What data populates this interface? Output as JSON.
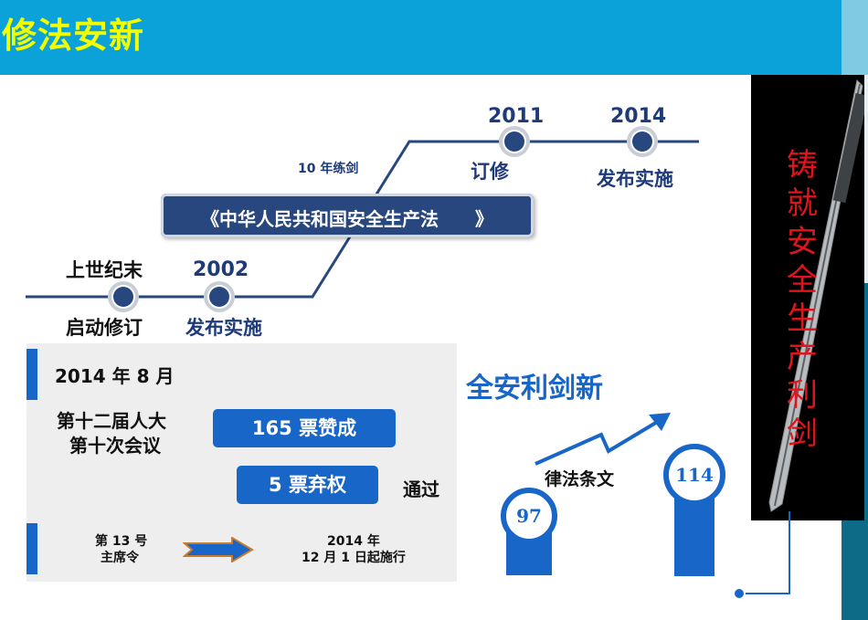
{
  "header": {
    "title": "修法安新"
  },
  "timeline": {
    "year_2011": "2011",
    "year_2014": "2014",
    "label_10years": "10 年练剑",
    "label_revise": "订修",
    "label_publish_2014": "发布实施",
    "law_name": "《中华人民共和国安全生产法　　》",
    "label_lastcentury": "上世纪末",
    "year_2002": "2002",
    "label_start": "启动修订",
    "label_publish_2002": "发布实施"
  },
  "panel": {
    "date": "2014 年 8 月",
    "meeting_line1": "第十二届人大",
    "meeting_line2": "第十次会议",
    "votes_for": "165 票赞成",
    "votes_abstain": "5 票弃权",
    "passed": "通过",
    "order_line1": "第 13 号",
    "order_line2": "主席令",
    "effective_line1": "2014 年",
    "effective_line2": "12 月 1 日起施行"
  },
  "articles": {
    "heading": "全安利剑新",
    "caption": "律法条文",
    "old_count": "97",
    "new_count": "114"
  },
  "sword": {
    "slogan": "铸就安全生产利剑"
  },
  "colors": {
    "header": "#0aa2d8",
    "title": "#f2ff00",
    "navy": "#27477e",
    "blue": "#1766c8",
    "red": "#e0141c"
  }
}
